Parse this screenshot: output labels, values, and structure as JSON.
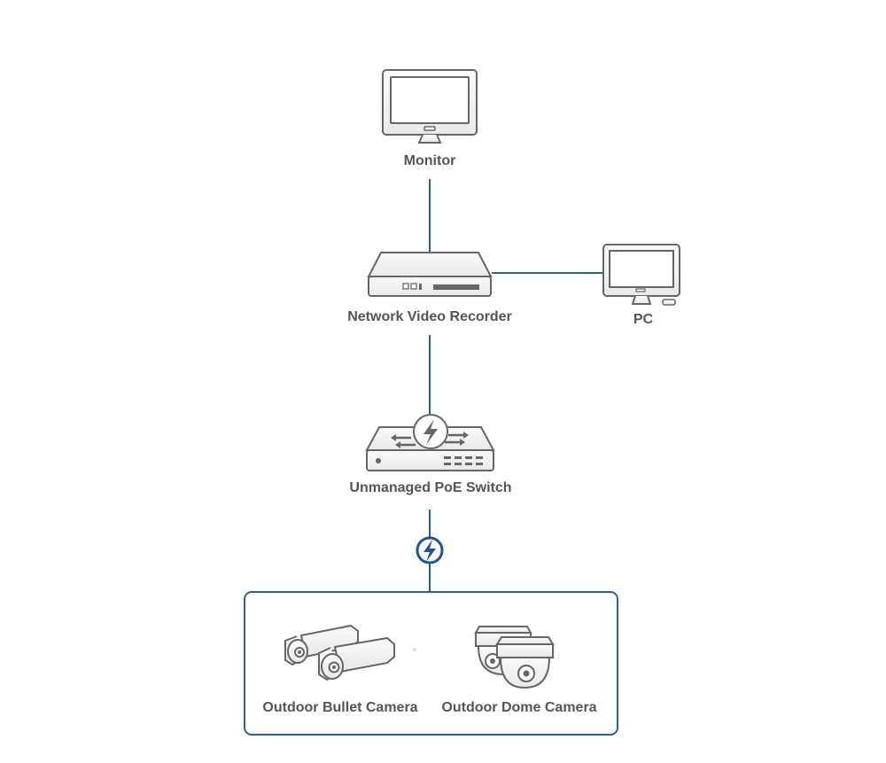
{
  "colors": {
    "link": "#2d5f94",
    "device_stroke": "#66666a",
    "device_fill": "#f3f3f4",
    "label": "#555559",
    "poe_badge": "#1f5592"
  },
  "nodes": {
    "monitor": {
      "label": "Monitor",
      "icon": "monitor-icon"
    },
    "nvr": {
      "label": "Network Video Recorder",
      "icon": "nvr-icon"
    },
    "pc": {
      "label": "PC",
      "icon": "pc-icon"
    },
    "switch": {
      "label": "Unmanaged PoE Switch",
      "icon": "poe-switch-icon"
    },
    "bullet_camera": {
      "label": "Outdoor Bullet Camera",
      "icon": "bullet-camera-icon"
    },
    "dome_camera": {
      "label": "Outdoor Dome Camera",
      "icon": "dome-camera-icon"
    }
  },
  "edges": [
    {
      "from": "monitor",
      "to": "nvr"
    },
    {
      "from": "nvr",
      "to": "pc"
    },
    {
      "from": "nvr",
      "to": "switch"
    },
    {
      "from": "switch",
      "to": "camera-group",
      "badge": "poe-lightning-icon"
    }
  ]
}
